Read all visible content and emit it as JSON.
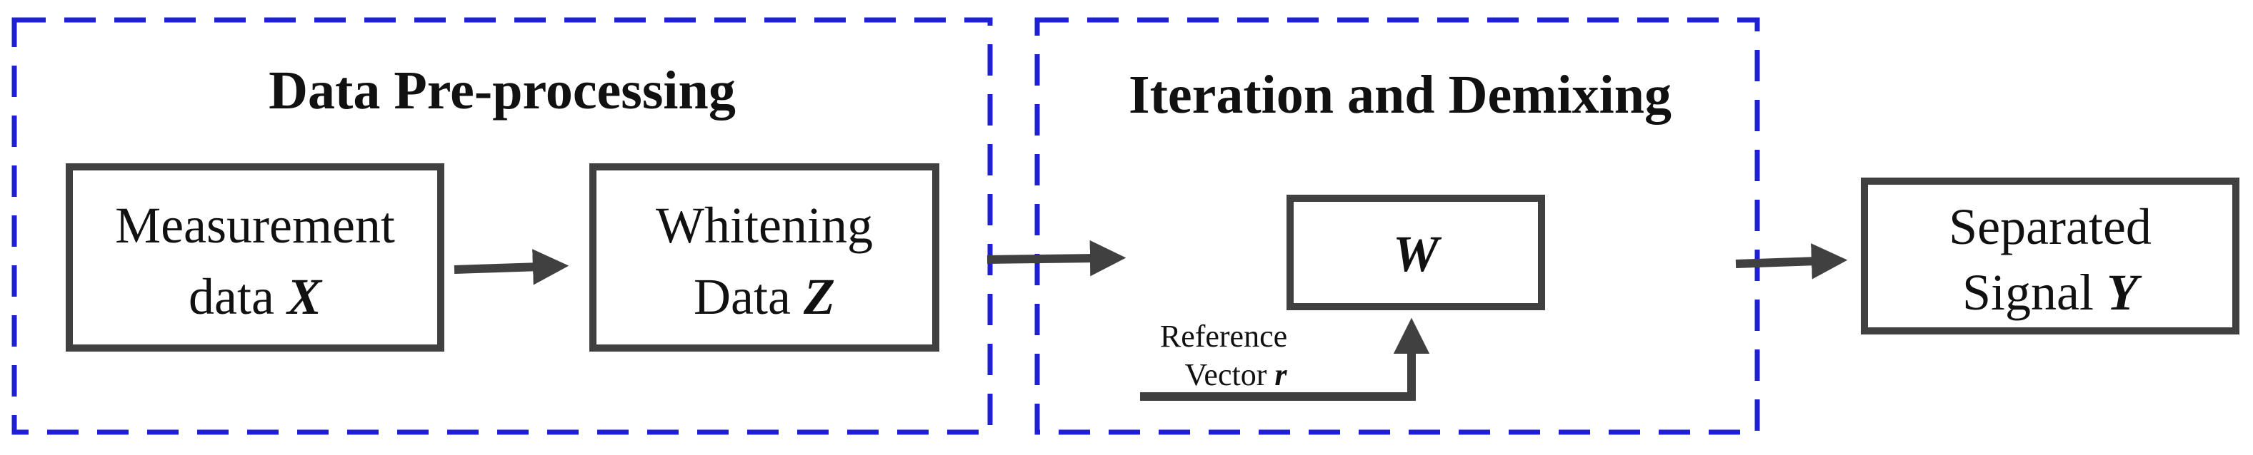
{
  "groups": {
    "preprocessing": {
      "title": "Data Pre-processing"
    },
    "demixing": {
      "title": "Iteration and Demixing"
    }
  },
  "nodes": {
    "measurement": {
      "line1": "Measurement",
      "line2_prefix": "data ",
      "line2_var": "X"
    },
    "whitening": {
      "line1": "Whitening",
      "line2_prefix": "Data ",
      "line2_var": "Z"
    },
    "w": {
      "var": "W"
    },
    "separated": {
      "line1": "Separated",
      "line2_prefix": "Signal ",
      "line2_var": "Y"
    }
  },
  "reference": {
    "line1": "Reference",
    "line2_prefix": "Vector ",
    "line2_var": "r"
  },
  "colors": {
    "group_border": "#1f1fd6",
    "box_border": "#404040",
    "arrow": "#404040"
  }
}
